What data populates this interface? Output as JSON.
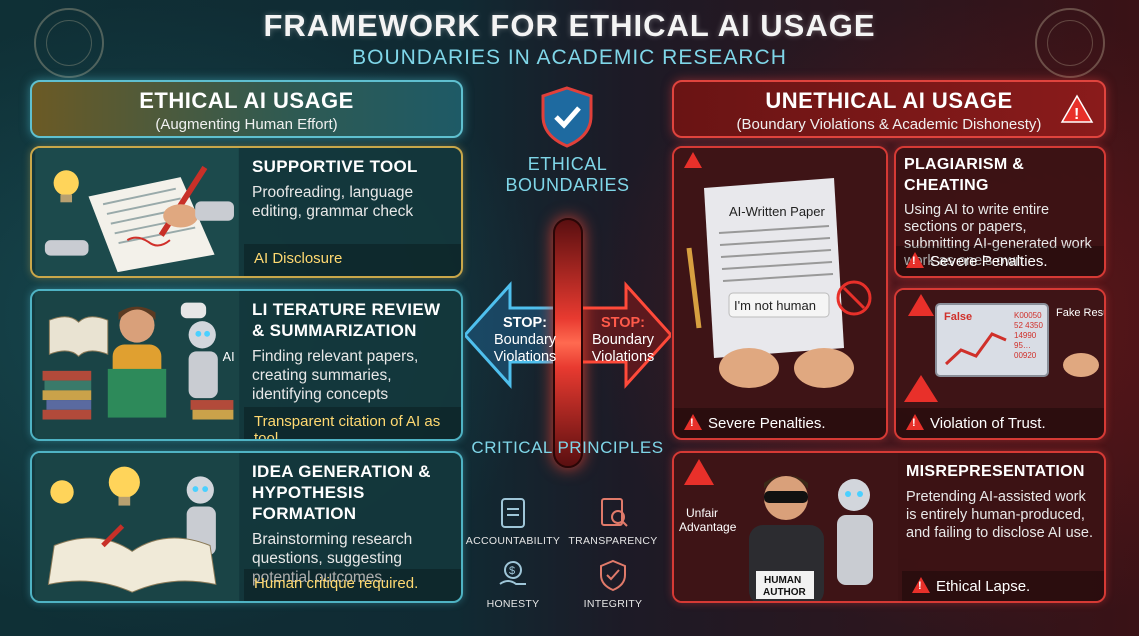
{
  "title": "FRAMEWORK FOR ETHICAL AI USAGE",
  "subtitle": "BOUNDARIES IN ACADEMIC RESEARCH",
  "left": {
    "heading": "ETHICAL AI USAGE",
    "subheading": "(Augmenting Human Effort)",
    "cards": [
      {
        "title": "SUPPORTIVE TOOL",
        "body": "Proofreading, language editing, grammar check",
        "footer": "AI Disclosure"
      },
      {
        "title": "LI TERATURE REVIEW & SUMMARIZATION",
        "body": "Finding relevant papers, creating summaries, identifying concepts",
        "footer": "Transparent citation of AI as tool.",
        "art_label": "AI"
      },
      {
        "title": "IDEA GENERATION & HYPOTHESIS FORMATION",
        "body": "Brainstorming research questions, suggesting potential outcomes.",
        "footer": "Human critique required."
      }
    ]
  },
  "center": {
    "boundaries_label": "ETHICAL BOUNDARIES",
    "stop_left_1": "STOP:",
    "stop_left_2": "Boundary Violations",
    "stop_right_1": "STOP:",
    "stop_right_2": "Boundary Violations",
    "principles_label": "CRITICAL PRINCIPLES",
    "principles": [
      "ACCOUNTABILITY",
      "TRANSPARENCY",
      "HONESTY",
      "INTEGRITY"
    ]
  },
  "right": {
    "heading": "UNETHICAL AI USAGE",
    "subheading": "(Boundary Violations & Academic Dishonesty)",
    "plagiarism": {
      "title": "PLAGIARISM & CHEATING",
      "body": "Using AI to write entire sections or papers, submitting AI-generated work work as one’s own",
      "footer": "Severe Penalties."
    },
    "paper_art": {
      "paper_title": "AI-Written Paper",
      "bubble": "I'm not human",
      "footer": "Severe Penalties."
    },
    "fake_results": {
      "label": "Fake Results",
      "screen_word": "False",
      "digits": [
        "K00050",
        "52 4350",
        "14990",
        "95…",
        "00920"
      ],
      "footer": "Violation of Trust."
    },
    "misrep": {
      "title": "MISREPRESENTATION",
      "body": "Pretending AI-assisted work is entirely human-produced, and failing to disclose AI use.",
      "footer": "Ethical Lapse.",
      "unfair": "Unfair Advantage",
      "shirt": "HUMAN AUTHOR"
    }
  },
  "colors": {
    "teal": "#7fd6e8",
    "gold": "#c9a74a",
    "red": "#d63a35",
    "footer_gold": "#ffd971"
  }
}
